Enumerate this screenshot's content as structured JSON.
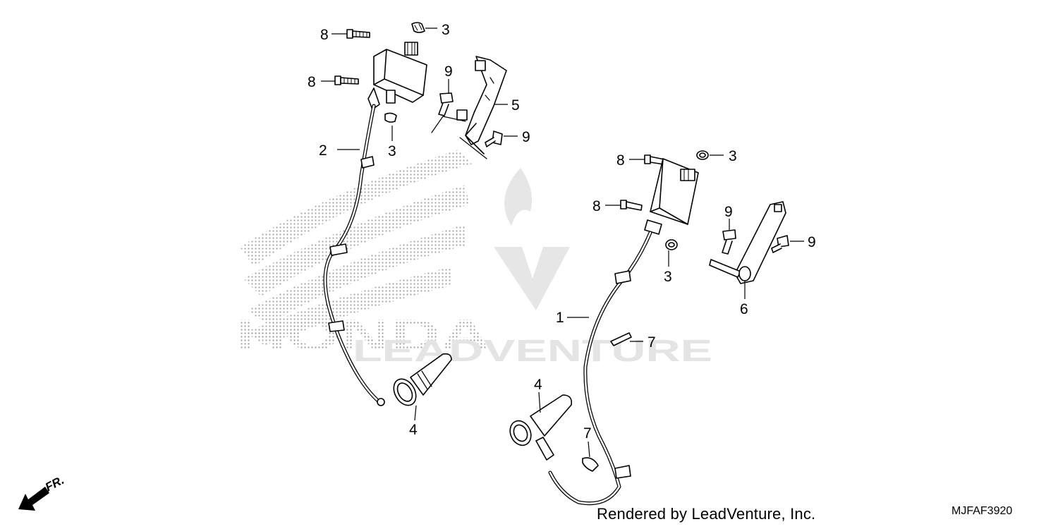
{
  "diagram": {
    "callouts": {
      "c8a": "8",
      "c3a": "3",
      "c8b": "8",
      "c9a": "9",
      "c5": "5",
      "c9b": "9",
      "c3b": "3",
      "c2": "2",
      "c4a": "4",
      "c8c": "8",
      "c3c": "3",
      "c8d": "8",
      "c9c": "9",
      "c9d": "9",
      "c3d": "3",
      "c6": "6",
      "c1": "1",
      "c7a": "7",
      "c4b": "4",
      "c7b": "7"
    },
    "front_marker": "FR.",
    "watermark": {
      "brand": "HONDA",
      "dealer": "LEADVENTURE"
    },
    "footer": {
      "credit": "Rendered by LeadVenture, Inc.",
      "code": "MJFAF3920"
    }
  }
}
